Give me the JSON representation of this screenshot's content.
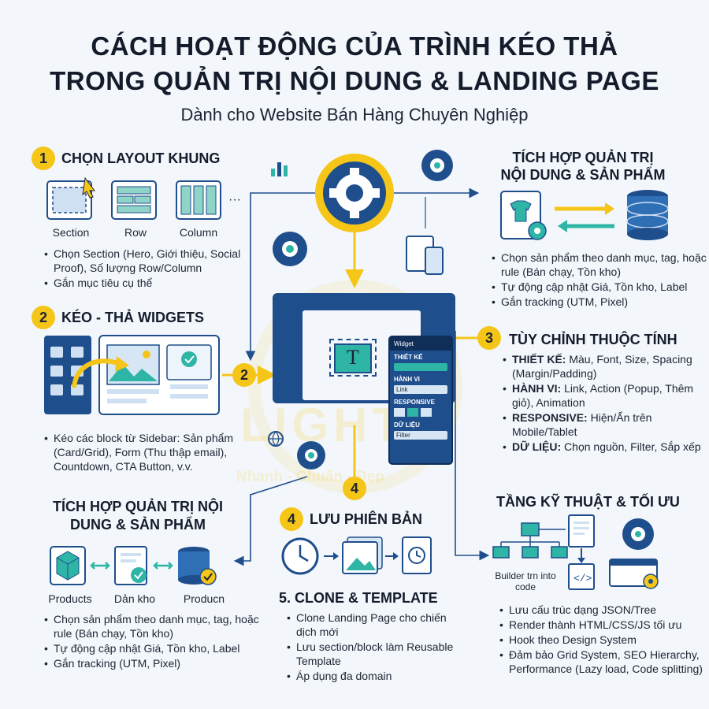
{
  "header": {
    "title_line1": "CÁCH HOẠT ĐỘNG CỦA TRÌNH KÉO THẢ",
    "title_line2": "TRONG QUẢN TRỊ NỘI DUNG & LANDING PAGE",
    "subtitle": "Dành cho Website Bán Hàng Chuyên Nghiệp"
  },
  "watermark": {
    "brand": "LIGHT",
    "slogan": "Nhanh - Chuẩn - Đẹp"
  },
  "step1": {
    "badge": "1",
    "title": "CHỌN LAYOUT KHUNG",
    "icons": [
      "Section",
      "Row",
      "Column"
    ],
    "bullets": [
      "Chọn Section (Hero, Giới thiệu, Social Proof), Số lượng Row/Column",
      "Gắn mục tiêu cụ thể"
    ]
  },
  "step2": {
    "badge": "2",
    "title": "KÉO - THẢ WIDGETS",
    "bullets": [
      "Kéo các block từ Sidebar: Sản phẩm (Card/Grid), Form (Thu thập email), Countdown, CTA Button, v.v."
    ]
  },
  "integration_top": {
    "title_line1": "TÍCH HỢP QUẢN TRỊ",
    "title_line2": "NỘI DUNG & SẢN PHẨM",
    "bullets": [
      "Chọn sản phẩm theo danh mục, tag, hoặc rule (Bán chạy, Tồn kho)",
      "Tự động cập nhật Giá, Tồn kho, Label",
      "Gắn tracking (UTM, Pixel)"
    ]
  },
  "step3": {
    "badge": "3",
    "title": "TÙY CHỈNH THUỘC TÍNH",
    "items": [
      {
        "label": "THIẾT KẾ:",
        "text": " Màu, Font, Size, Spacing (Margin/Padding)"
      },
      {
        "label": "HÀNH VI:",
        "text": " Link, Action (Popup, Thêm giỏ), Animation"
      },
      {
        "label": "RESPONSIVE:",
        "text": " Hiện/Ẩn trên Mobile/Tablet"
      },
      {
        "label": "DỮ LIỆU:",
        "text": " Chọn nguồn, Filter, Sắp xếp"
      }
    ]
  },
  "integration_bottom": {
    "title_line1": "TÍCH HỢP QUẢN TRỊ NỘI",
    "title_line2": "DUNG & SẢN PHẨM",
    "icons": [
      "Products",
      "Dản kho",
      "Producn"
    ],
    "bullets": [
      "Chọn sản phẩm theo danh mục, tag, hoặc rule (Bán chạy, Tồn kho)",
      "Tự động cập nhật Giá, Tồn kho, Label",
      "Gắn tracking (UTM, Pixel)"
    ]
  },
  "step4": {
    "badge": "4",
    "title": "LƯU PHIÊN BẢN",
    "clone_title": "5. CLONE & TEMPLATE",
    "bullets": [
      "Clone Landing Page cho chiến dịch mới",
      "Lưu section/block làm Reusable Template",
      "Áp dụng đa domain"
    ]
  },
  "tech": {
    "title": "TẦNG KỸ THUẬT & TỐI ƯU",
    "builder_caption": "Builder trn into code",
    "bullets": [
      "Lưu cấu trúc dạng JSON/Tree",
      "Render thành HTML/CSS/JS tối ưu",
      "Hook theo Design System",
      "Đảm bảo Grid System, SEO Hierarchy, Performance (Lazy load, Code splitting)"
    ]
  },
  "editor": {
    "widget_panel_title": "Widget",
    "design_label": "THIẾT KẾ",
    "behavior_label": "HÀNH VI",
    "behavior_value": "Link",
    "responsive_label": "RESPONSIVE",
    "data_label": "DỮ LIỆU",
    "data_value": "Filter",
    "canvas_text_icon": "T"
  },
  "flow_badges": [
    "2",
    "3",
    "4"
  ],
  "colors": {
    "accent": "#f5c518",
    "primary": "#1f4e8c",
    "teal": "#2fb5a6",
    "light_blue": "#d6e6f5"
  }
}
